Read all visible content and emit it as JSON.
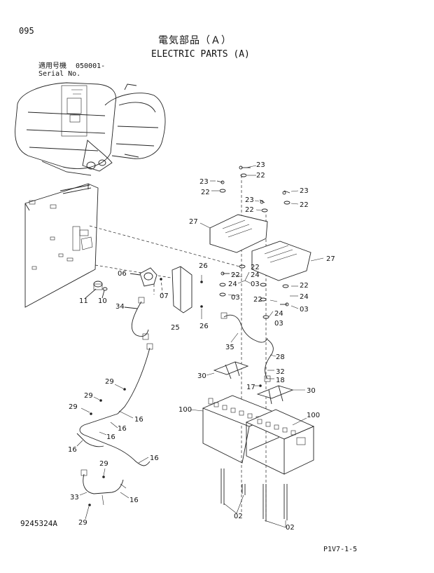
{
  "header": {
    "page_number": "095",
    "title_jp": "電気部品（Ａ）",
    "title_en": "ELECTRIC PARTS (A)",
    "serial_label_jp": "適用号機",
    "serial_label_en": "Serial No.",
    "serial_value": "050001-"
  },
  "footer": {
    "drawing_number": "9245324A",
    "page_code": "P1V7-1-5"
  },
  "callouts": {
    "c23a": "23",
    "c22a": "22",
    "c23b": "23",
    "c22b": "22",
    "c23c": "23",
    "c22c": "22",
    "c23d": "23",
    "c22d": "22",
    "c27a": "27",
    "c27b": "27",
    "c22e": "22",
    "c24a": "24",
    "c22f": "22",
    "c03a": "03",
    "c24b": "24",
    "c03b": "03",
    "c22g": "22",
    "c24c": "24",
    "c22h": "22",
    "c24d": "24",
    "c03c": "03",
    "c03d": "03",
    "c06": "06",
    "c07": "07",
    "c26a": "26",
    "c26b": "26",
    "c25": "25",
    "c11": "11",
    "c10": "10",
    "c34": "34",
    "c35": "35",
    "c28": "28",
    "c32": "32",
    "c18": "18",
    "c17": "17",
    "c30a": "30",
    "c30b": "30",
    "c100a": "100",
    "c100b": "100",
    "c29a": "29",
    "c29b": "29",
    "c29c": "29",
    "c29d": "29",
    "c29e": "29",
    "c16a": "16",
    "c16b": "16",
    "c16c": "16",
    "c16d": "16",
    "c16e": "16",
    "c16f": "16",
    "c33": "33",
    "c02a": "02",
    "c02b": "02"
  }
}
